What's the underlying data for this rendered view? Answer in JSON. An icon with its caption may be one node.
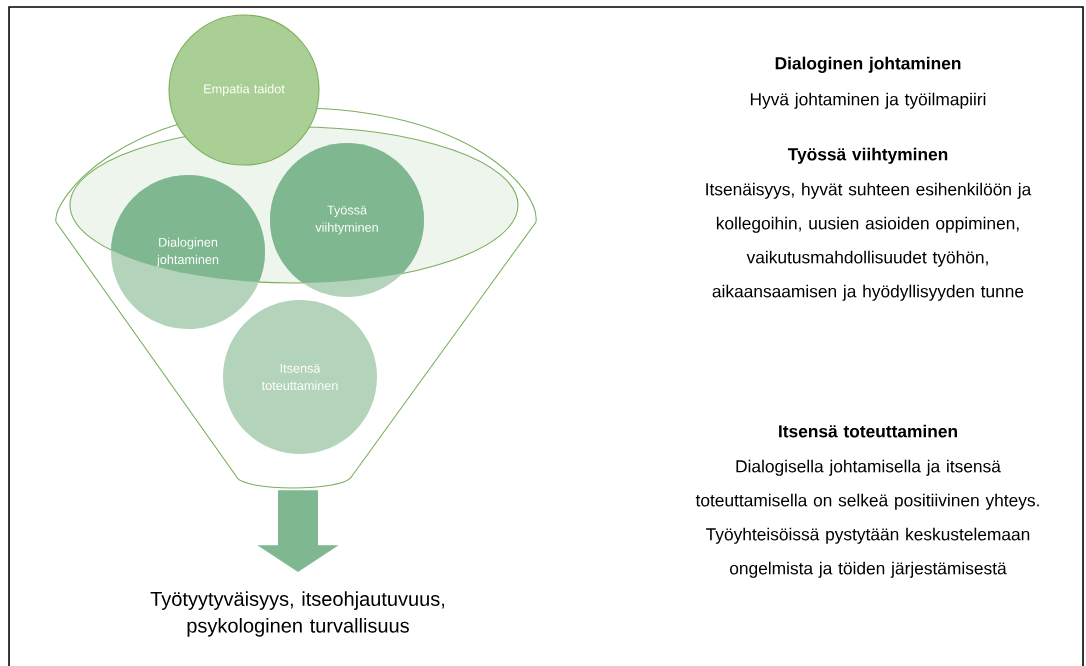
{
  "diagram": {
    "nodes": [
      {
        "text": [],
        "shape": "funnel"
      },
      {
        "text": [
          "Empatia taidot"
        ]
      },
      {
        "text": [
          "Dialoginen johtaminen"
        ],
        "in": 0
      },
      {
        "text": [
          "Työssä viihtyminen"
        ],
        "in": 0
      },
      {
        "text": [
          "Itsensä toteuttaminen"
        ],
        "in": 0
      },
      {
        "text": [
          "Työtyytyväisyys, itseohjautuvuus, psykologinen turvallisuus"
        ]
      }
    ],
    "edges": [
      {
        "from": 0,
        "to": 5,
        "arrow": "to"
      }
    ],
    "labels": [
      "Dialoginen johtaminen",
      "Hyvä johtaminen ja työilmapiiri",
      "Työssä viihtyminen",
      "Itsenäisyys, hyvät suhteen esihenkilöön ja kollegoihin, uusien asioiden oppiminen, vaikutusmahdollisuudet työhön, aikaansaamisen ja hyödyllisyyden tunne",
      "Itsensä toteuttaminen",
      "Dialogisella johtamisella ja itsensä toteuttamisella on selkeä positiivinen yhteys. Työyhteisöissä pystytään keskustelemaan ongelmista ja töiden järjestämisestä"
    ]
  }
}
